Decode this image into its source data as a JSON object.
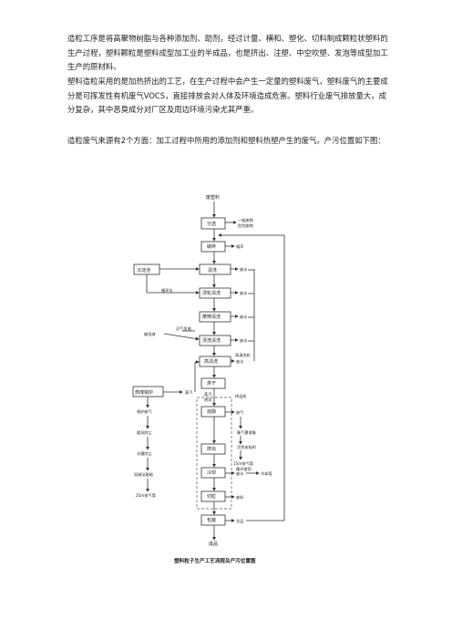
{
  "paragraphs": [
    "造粒工序是将高聚物树脂与各种添加剂、助剂，经过计量、横和、塑化、切料制成颗粒状塑料的生产过程，塑料颗粒是塑料成型加工业的半成品，也是挤出、注塑、中空吹塑、发泡等成型加工生产的原材料。",
    "塑料造粒采用的是加热挤出的工艺，在生产过程中会产生一定量的塑料废气，塑料废气的主要成分是可挥发性有机废气VOCS，直接排放会对人体及环境造成危害。塑料行业废气排放量大，成分复杂，其中恶臭成分对厂区及周边环境污染尤其严重。",
    "造粒废气来源有2个方面：加工过程中所用的添加剂和塑料热塑产生的废气。产污位置如下图："
  ],
  "diagram": {
    "caption": "塑料粒子生产工艺流程及产污位置图",
    "start_label": "废塑料",
    "end_label": "成品",
    "main_steps": [
      "分选",
      "破碎",
      "清洗",
      "漂轮清洗",
      "摩擦清洗",
      "漂洗清洗",
      "高清洗",
      "烘干",
      "熔融",
      "挤出",
      "冷却",
      "切粒",
      "包装"
    ],
    "outputs": {
      "sort": [
        "一般废物",
        "危险废物"
      ],
      "crush": "噪声",
      "water": [
        "废水",
        "废水",
        "废水",
        "废水",
        "废水"
      ],
      "wash_machine": "高清洗机",
      "melt": [
        "挤出机",
        "废气"
      ],
      "vent": [
        "集气罩收集",
        "活性炭吸附"
      ],
      "stack": "15m排气筒",
      "extrude_note": "循环使用",
      "cool": [
        "废水",
        "冷却塔"
      ],
      "cut": "废料",
      "pack": "次品"
    },
    "side_boxes": [
      "沉淀池",
      "燃煤锅炉"
    ],
    "side_labels": [
      "循环水",
      "沼气发电",
      "碱洗液",
      "蒸汽"
    ],
    "exhaust_chain": [
      "锅炉废气",
      "旋风除尘",
      "水膜除尘",
      "双碱法脱硫",
      "25m排气筒"
    ],
    "annotations": [
      "蒸汽",
      "热风"
    ]
  }
}
